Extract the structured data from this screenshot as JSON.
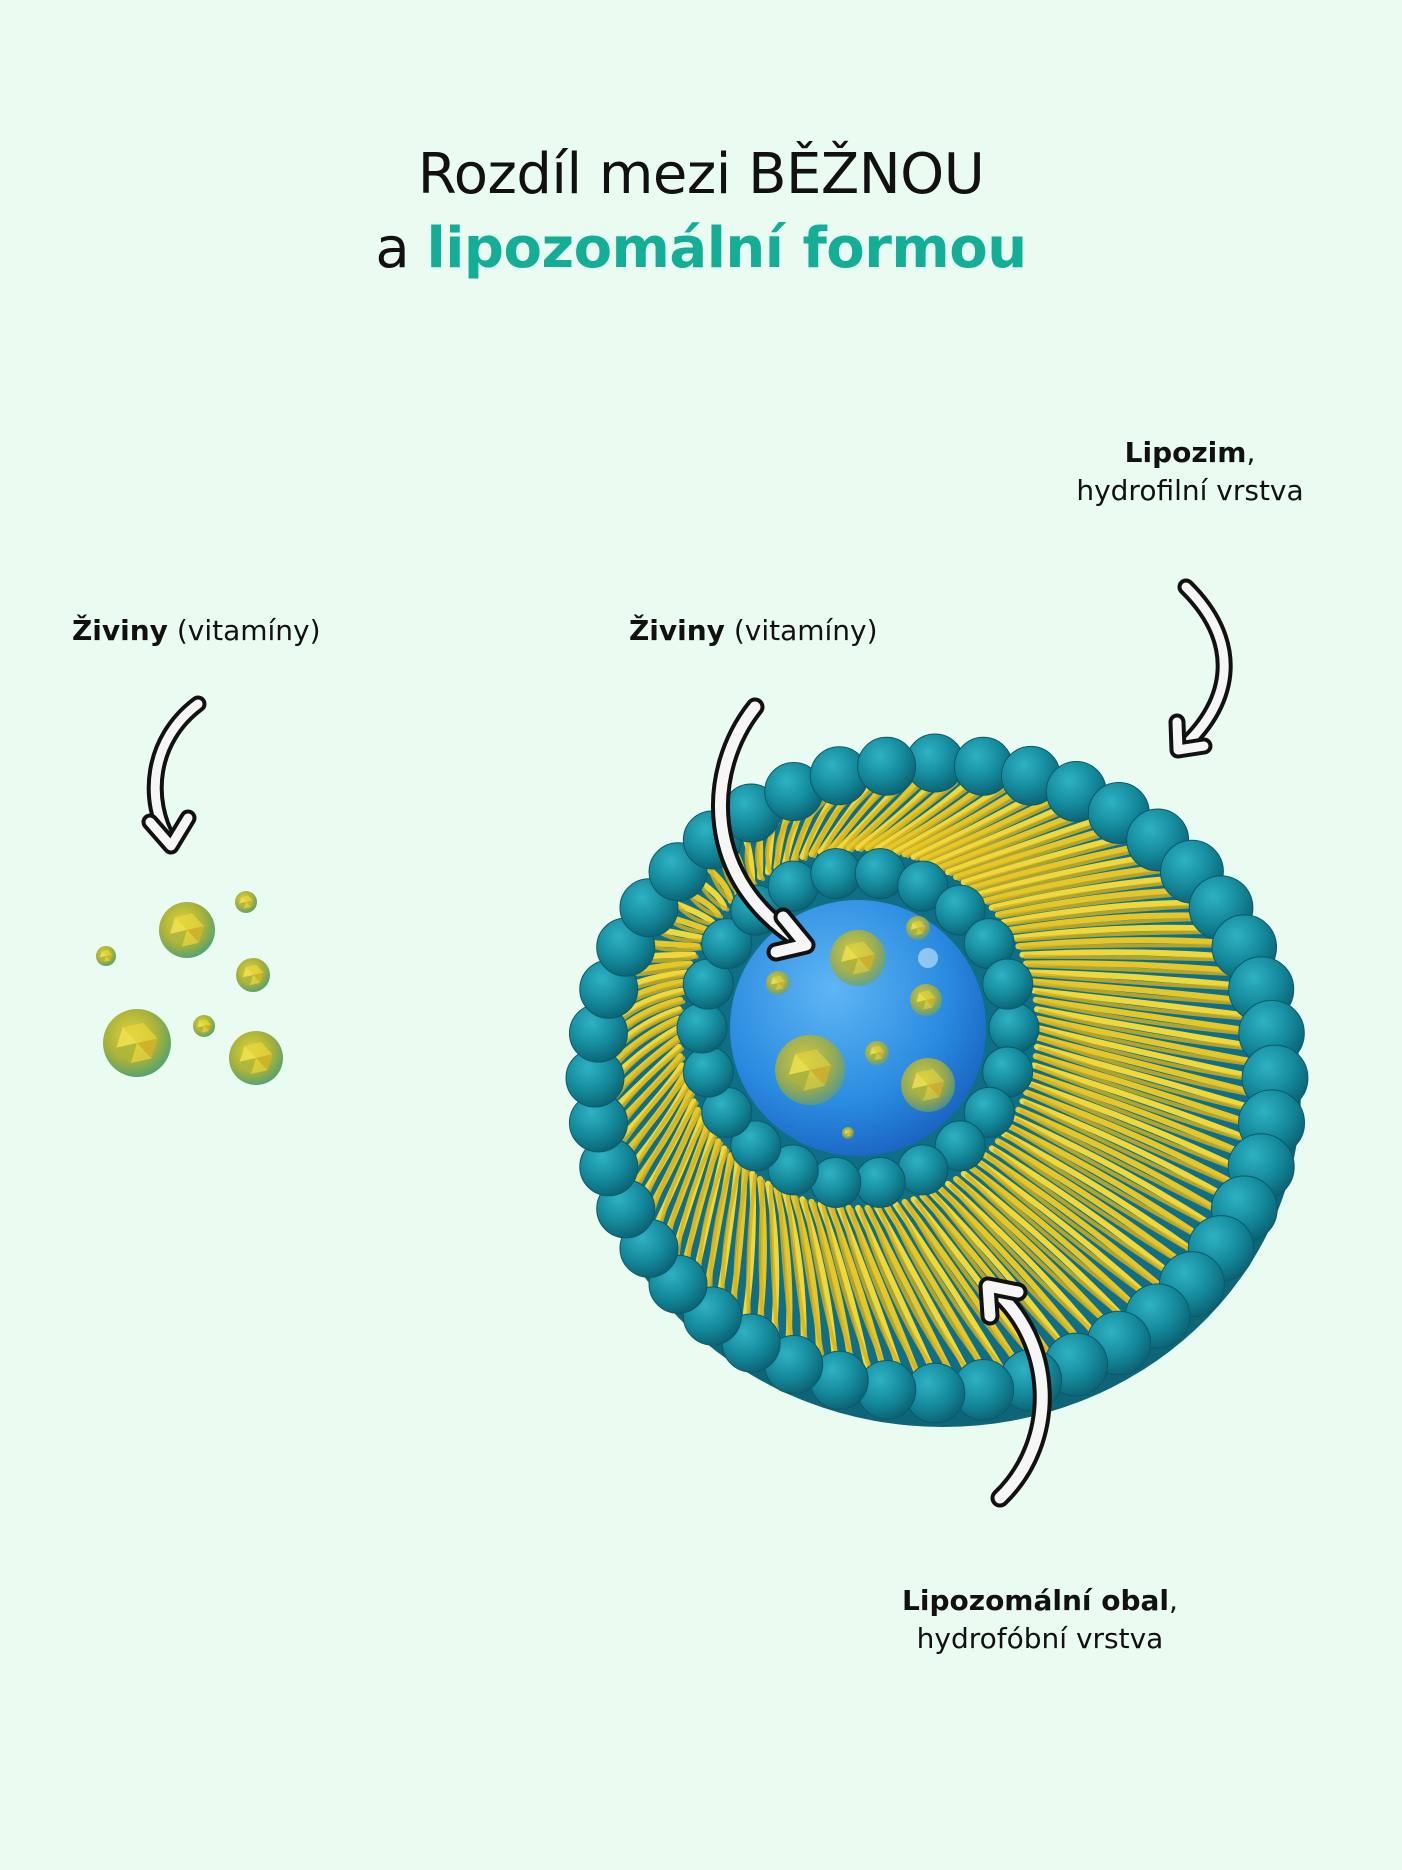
{
  "title": {
    "line1": "Rozdíl mezi BĚŽNOU",
    "line2_prefix": "a ",
    "line2_accent": "lipozomální formou",
    "accent_color": "#14ae96"
  },
  "labels": {
    "left_nutrients": {
      "bold": "Živiny",
      "rest": " (vitamíny)"
    },
    "liposome_nutrients": {
      "bold": "Živiny",
      "rest": " (vitamíny)"
    },
    "liposome_shell_hydrophilic": {
      "bold": "Lipozim",
      "comma": ",",
      "line2": "hydrofilní vrstva"
    },
    "liposome_coat_hydrophobic": {
      "bold": "Lipozomální obal",
      "comma": ",",
      "line2": "hydrofóbní vrstva"
    }
  },
  "colors": {
    "background": "#eafcf2",
    "lipid_head": "#13879a",
    "lipid_tail": "#e6c72a",
    "core": "#2a8be0",
    "nutrient": "#b9b735"
  },
  "illustration": {
    "free_nutrient_count": 7,
    "encapsulated_nutrient_count": 8
  }
}
